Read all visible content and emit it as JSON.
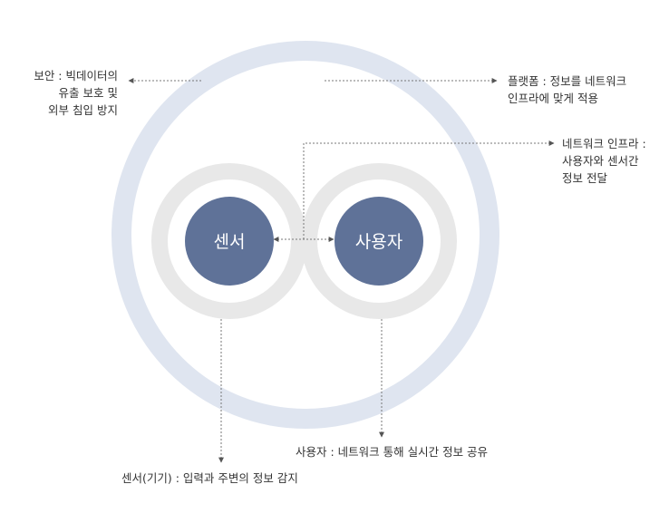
{
  "nodes": {
    "sensor": "센서",
    "user": "사용자"
  },
  "labels": {
    "security": [
      "보안 : 빅데이터의",
      "유출 보호 및",
      "외부 침입 방지"
    ],
    "platform": [
      "플랫폼 : 정보를 네트워크",
      "인프라에 맞게 적용"
    ],
    "network": [
      "네트워크 인프라 :",
      "사용자와 센서간",
      "정보 전달"
    ],
    "user_desc": "사용자 : 네트워크 통해 실시간 정보 공유",
    "sensor_desc": "센서(기기) : 입력과 주변의 정보 감지"
  },
  "colors": {
    "outer_ring": "#dfe5f0",
    "inner_ring": "#e8e8e8",
    "node_fill": "#5f7298",
    "connector": "#777777"
  }
}
